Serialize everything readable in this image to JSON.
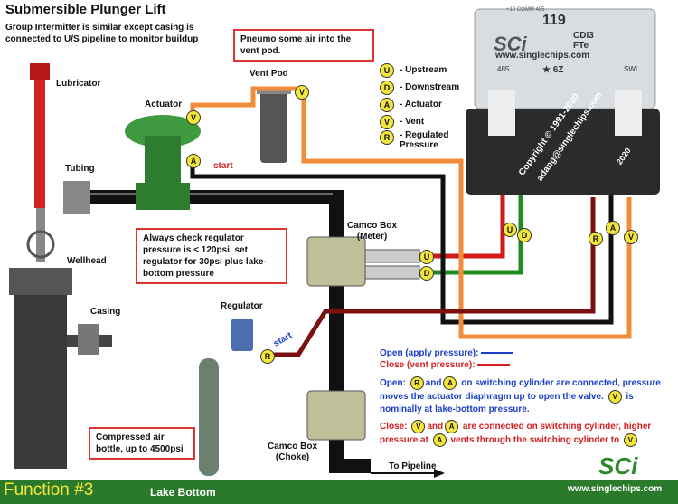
{
  "title": "Submersible Plunger Lift",
  "subtitle": "Group Intermitter is similar except casing is connected to U/S pipeline to monitor buildup",
  "labels": {
    "lubricator": "Lubricator",
    "actuator": "Actuator",
    "vent_pod": "Vent Pod",
    "tubing": "Tubing",
    "wellhead": "Wellhead",
    "casing": "Casing",
    "regulator": "Regulator",
    "camco_meter": "Camco Box\n(Meter)",
    "camco_choke": "Camco Box\n(Choke)",
    "to_pipeline": "To Pipeline",
    "start1": "start",
    "start2": "start"
  },
  "callouts": {
    "pneumo": "Pneumo some air into the vent pod.",
    "regulator_check": "Always check regulator pressure is < 120psi, set regulator for 30psi plus lake-bottom pressure",
    "bottle": "Compressed air bottle, up to 4500psi"
  },
  "legend": [
    {
      "key": "U",
      "text": "- Upstream"
    },
    {
      "key": "D",
      "text": "- Downstream"
    },
    {
      "key": "A",
      "text": "- Actuator"
    },
    {
      "key": "V",
      "text": "- Vent"
    },
    {
      "key": "R",
      "text": "- Regulated Pressure"
    }
  ],
  "device": {
    "number": "119",
    "brand": "SCi",
    "model1": "CDI3",
    "model2": "FTe",
    "url": "www.singlechips.com",
    "code": "★ 6Z",
    "left_tag": "485",
    "right_tag": "SWI",
    "top_tags": "+10   COMM   485",
    "copyright": "Copyright © 1991-2020",
    "email": "adang@singlechips.com",
    "year": "2020",
    "terminal_labels": [
      "U",
      "D",
      "R",
      "A",
      "V"
    ]
  },
  "notes": {
    "open_label": "Open (apply pressure):",
    "close_label": "Close  (vent pressure):",
    "open_head": "Open:",
    "open_and": "and",
    "open_text": "on switching cylinder are connected, pressure moves the actuator diaphragm up to open the valve.",
    "open_v_text": "is nominally at lake-bottom pressure.",
    "close_head": "Close:",
    "close_and": "and",
    "close_text": "are connected on switching cylinder, higher pressure at",
    "close_text2": "vents through the switching cylinder to",
    "badge_R": "R",
    "badge_A": "A",
    "badge_V": "V"
  },
  "footer": {
    "function": "Function #3",
    "lake": "Lake Bottom",
    "brand": "SCi",
    "url": "www.singlechips.com"
  },
  "colors": {
    "pipe": "#111111",
    "upstream_line": "#d11a1a",
    "downstream_line": "#1e8c1e",
    "actuator_line": "#111111",
    "vent_line": "#f08c3a",
    "regulated_line": "#7a1010",
    "open_arrow": "#1a3fc8",
    "close_arrow": "#d31f1f",
    "footer_bg": "#2b7a2b",
    "badge": "#f4e53a"
  }
}
